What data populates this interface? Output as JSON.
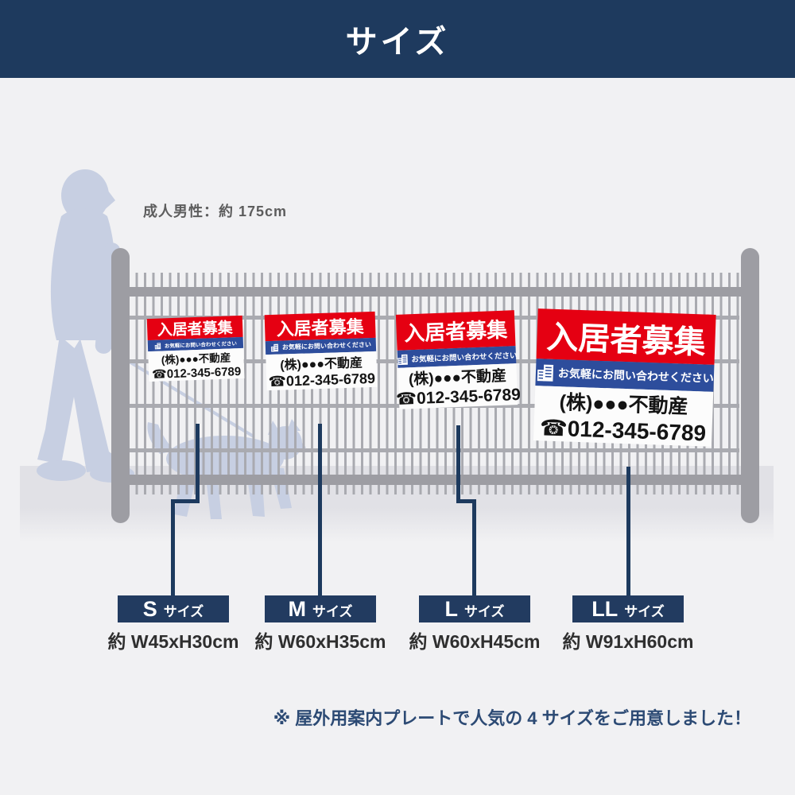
{
  "header": {
    "title": "サイズ"
  },
  "scene": {
    "height_label": "成人男性：約 175cm"
  },
  "sign": {
    "headline": "入居者募集",
    "contact": "お気軽にお問い合わせください",
    "company": "(株)●●●不動産",
    "phone_icon": "☎",
    "phone": "012-345-6789"
  },
  "sizes": [
    {
      "code": "S",
      "unit": "サイズ",
      "dimensions": "約 W45xH30cm"
    },
    {
      "code": "M",
      "unit": "サイズ",
      "dimensions": "約 W60xH35cm"
    },
    {
      "code": "L",
      "unit": "サイズ",
      "dimensions": "約 W60xH45cm"
    },
    {
      "code": "LL",
      "unit": "サイズ",
      "dimensions": "約 W91xH60cm"
    }
  ],
  "note": "※ 屋外用案内プレートで人気の 4 サイズをご用意しました！",
  "colors": {
    "header_navy": "#1e3a5e",
    "label_navy": "#223b60",
    "sign_red": "#e50012",
    "sign_blue": "#2d4d9c",
    "silhouette": "#c7cfe2",
    "fence_gray": "#9d9da3",
    "note_navy": "#2c4a74"
  }
}
